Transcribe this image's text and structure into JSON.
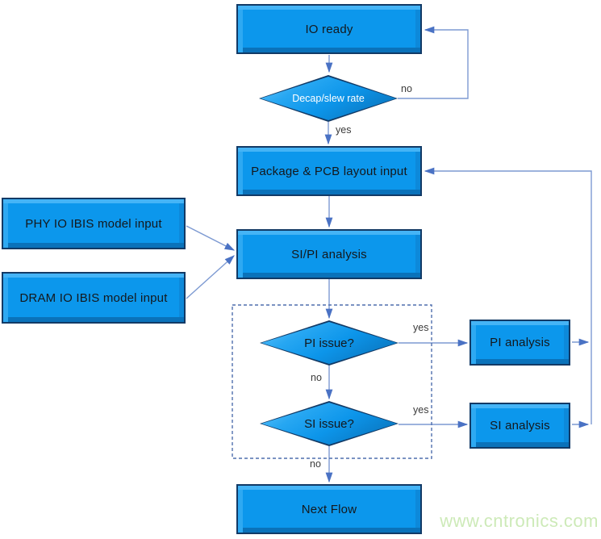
{
  "diagram": {
    "type": "flowchart",
    "nodes": {
      "io_ready": "IO ready",
      "decap": "Decap/slew rate",
      "package": "Package & PCB layout input",
      "phy": "PHY IO IBIS model input",
      "dram": "DRAM IO IBIS model input",
      "sipi": "SI/PI analysis",
      "pi_issue": "PI issue?",
      "si_issue": "SI issue?",
      "pi_analysis": "PI analysis",
      "si_analysis": "SI analysis",
      "next_flow": "Next Flow"
    },
    "edge_labels": {
      "decap_no": "no",
      "decap_yes": "yes",
      "pi_yes": "yes",
      "pi_no": "no",
      "si_yes": "yes",
      "si_no": "no"
    },
    "edges": [
      {
        "from": "IO ready",
        "to": "Decap/slew rate",
        "label": ""
      },
      {
        "from": "Decap/slew rate",
        "to": "IO ready",
        "label": "no"
      },
      {
        "from": "Decap/slew rate",
        "to": "Package & PCB layout input",
        "label": "yes"
      },
      {
        "from": "Package & PCB layout input",
        "to": "SI/PI analysis",
        "label": ""
      },
      {
        "from": "PHY IO IBIS model input",
        "to": "SI/PI analysis",
        "label": ""
      },
      {
        "from": "DRAM IO IBIS model input",
        "to": "SI/PI analysis",
        "label": ""
      },
      {
        "from": "SI/PI analysis",
        "to": "PI issue?",
        "label": ""
      },
      {
        "from": "PI issue?",
        "to": "PI analysis",
        "label": "yes"
      },
      {
        "from": "PI issue?",
        "to": "SI issue?",
        "label": "no"
      },
      {
        "from": "SI issue?",
        "to": "SI analysis",
        "label": "yes"
      },
      {
        "from": "SI issue?",
        "to": "Next Flow",
        "label": "no"
      },
      {
        "from": "PI analysis",
        "to": "Package & PCB layout input",
        "label": ""
      },
      {
        "from": "SI analysis",
        "to": "Package & PCB layout input",
        "label": ""
      }
    ],
    "colors": {
      "node_fill": "#0c97ec",
      "node_border": "#123a66",
      "bevel_highlight": "#45b4f6",
      "bevel_shadow": "#0a72ba",
      "connector_line": "#7d9ad2",
      "arrowhead": "#4a72c4",
      "dashed_group_border": "#4f6fae",
      "watermark_color": "#cdeab8"
    },
    "watermark": "www.cntronics.com"
  }
}
